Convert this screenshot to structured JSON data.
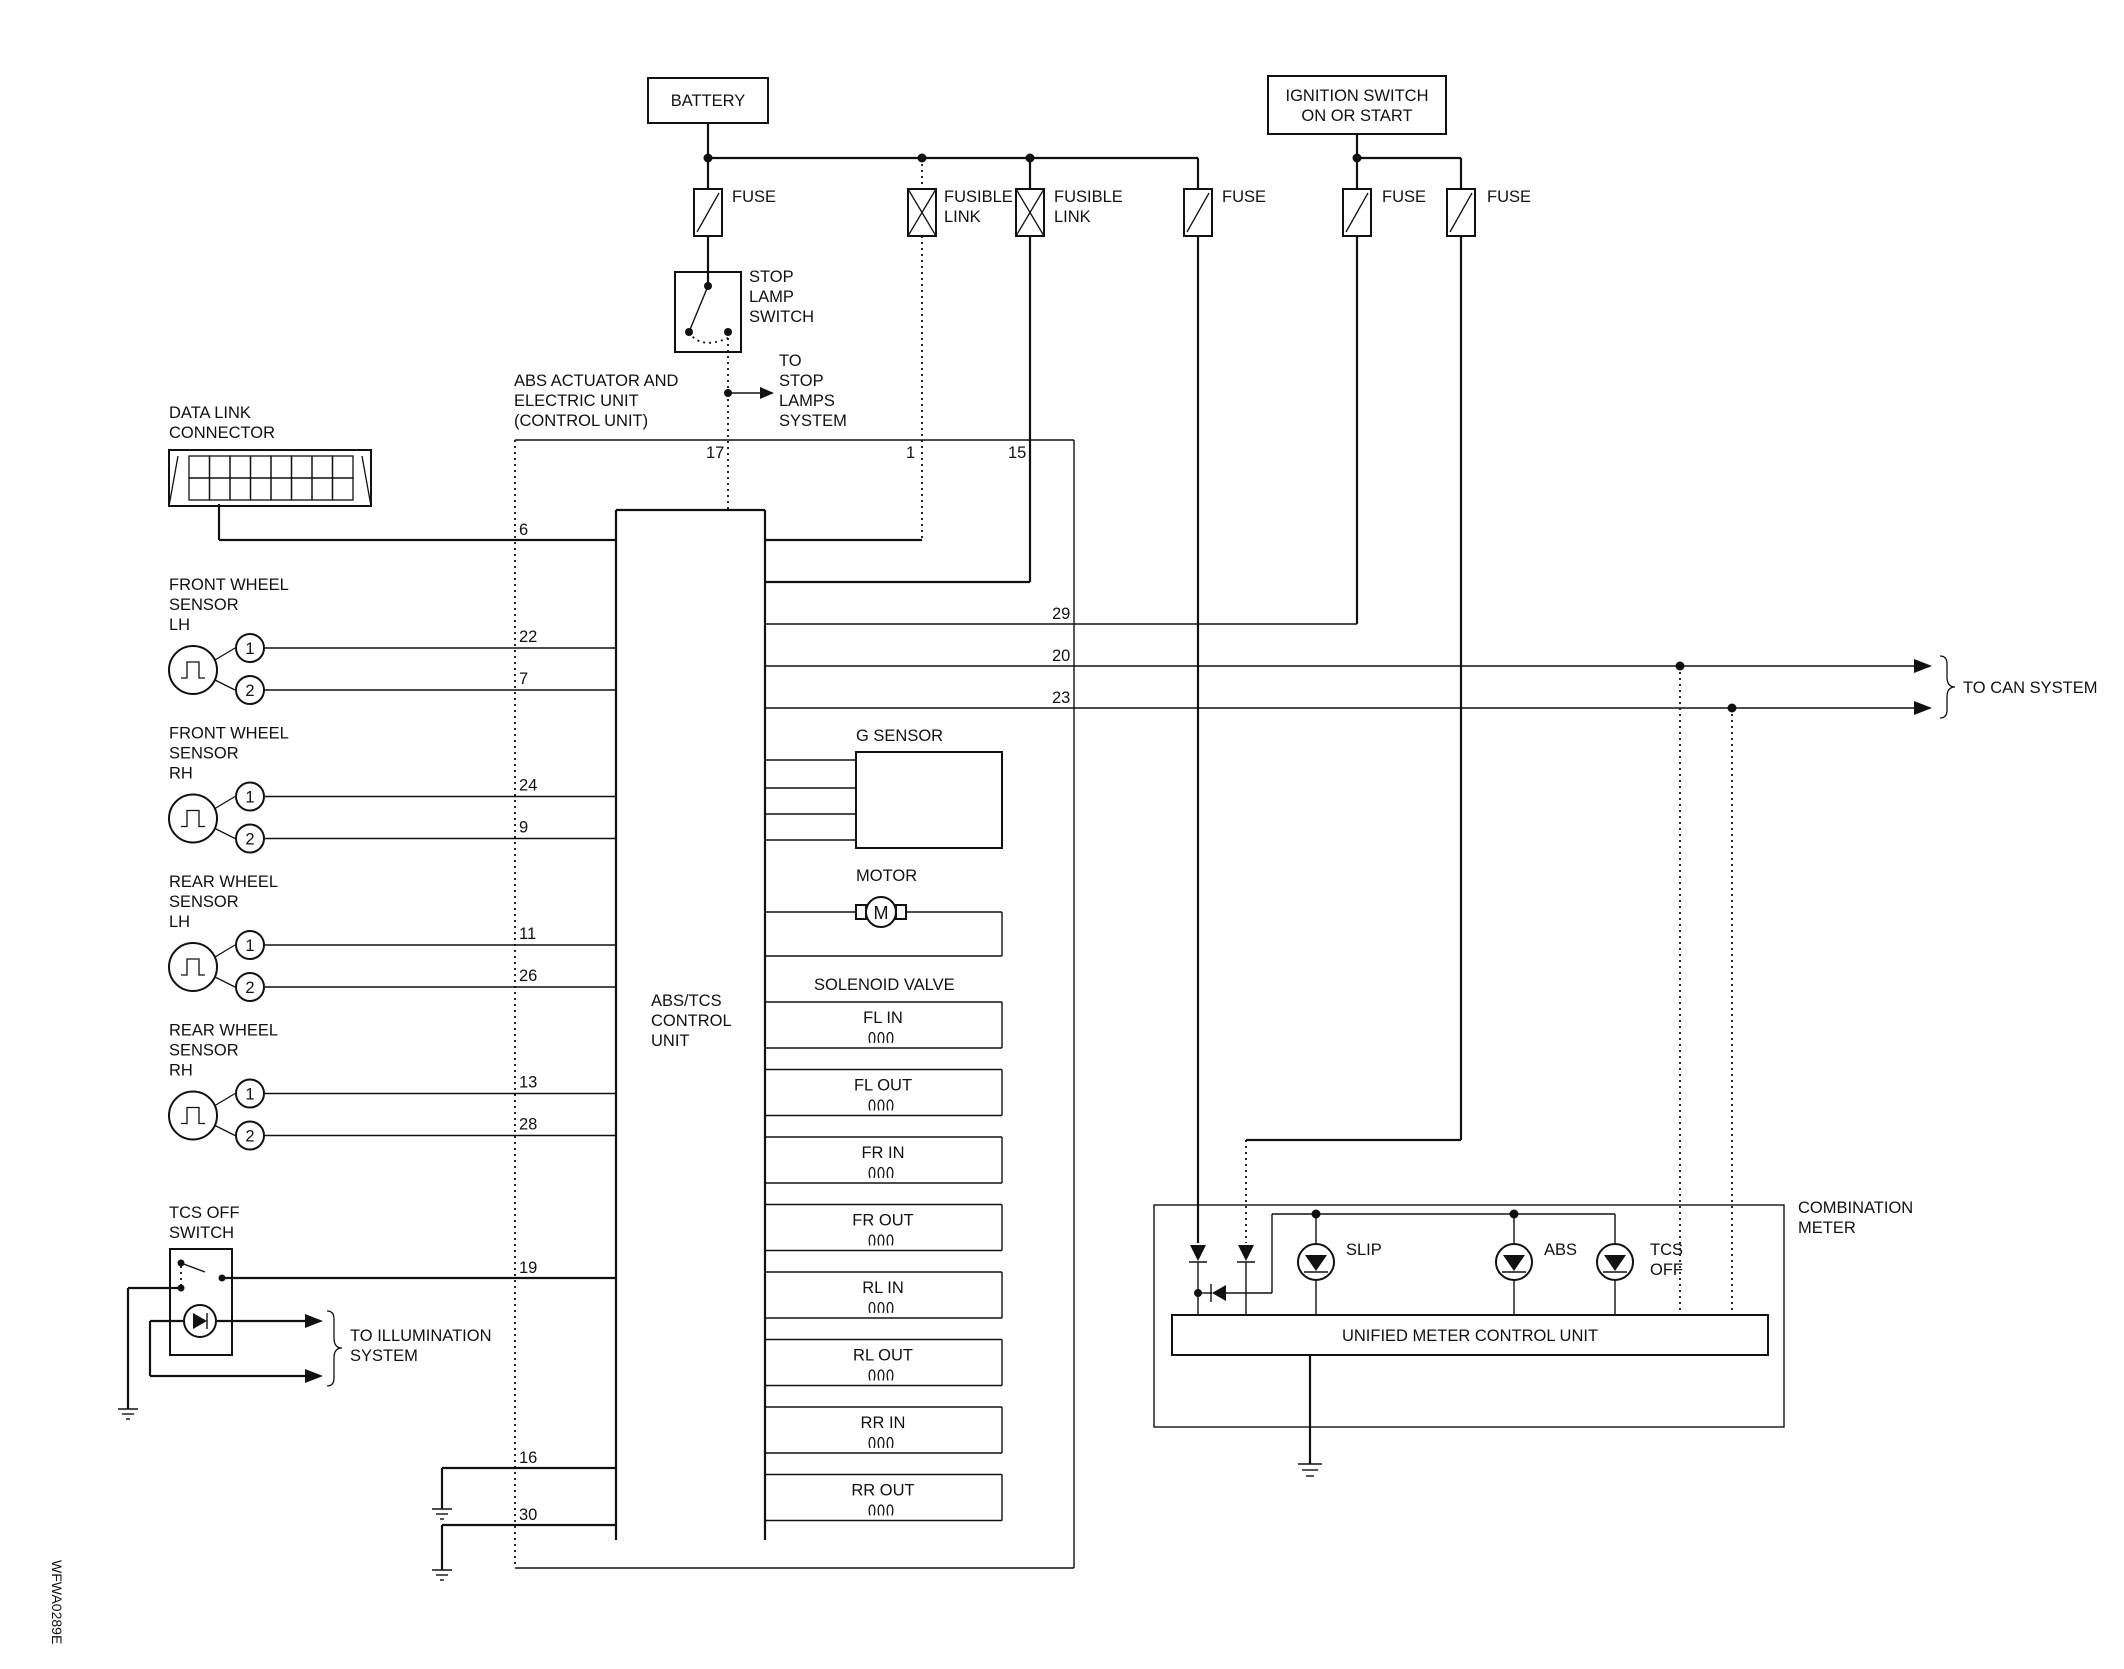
{
  "battery": "BATTERY",
  "ignition": {
    "line1": "IGNITION SWITCH",
    "line2": "ON OR START"
  },
  "fuses": {
    "fuse": "FUSE",
    "fusible1": "FUSIBLE",
    "fusible2": "LINK"
  },
  "stop_lamp_switch": {
    "line1": "STOP",
    "line2": "LAMP",
    "line3": "SWITCH"
  },
  "to_stop_lamps": {
    "line1": "TO",
    "line2": "STOP",
    "line3": "LAMPS",
    "line4": "SYSTEM"
  },
  "abs_actuator": {
    "line1": "ABS ACTUATOR AND",
    "line2": "ELECTRIC UNIT",
    "line3": "(CONTROL UNIT)"
  },
  "data_link": {
    "line1": "DATA LINK",
    "line2": "CONNECTOR"
  },
  "sensors": [
    {
      "line1": "FRONT WHEEL",
      "line2": "SENSOR",
      "line3": "LH"
    },
    {
      "line1": "FRONT WHEEL",
      "line2": "SENSOR",
      "line3": "RH"
    },
    {
      "line1": "REAR WHEEL",
      "line2": "SENSOR",
      "line3": "LH"
    },
    {
      "line1": "REAR WHEEL",
      "line2": "SENSOR",
      "line3": "RH"
    }
  ],
  "pin_labels": {
    "one": "1",
    "two": "2"
  },
  "terminals": {
    "t17": "17",
    "t1": "1",
    "t15": "15",
    "t6": "6",
    "t29": "29",
    "t20": "20",
    "t23": "23",
    "t22": "22",
    "t7": "7",
    "t24": "24",
    "t9": "9",
    "t11": "11",
    "t26": "26",
    "t13": "13",
    "t28": "28",
    "t19": "19",
    "t16": "16",
    "t30": "30"
  },
  "control_unit": {
    "line1": "ABS/TCS",
    "line2": "CONTROL",
    "line3": "UNIT"
  },
  "g_sensor": "G SENSOR",
  "motor": "MOTOR",
  "motor_symbol": "M",
  "solenoid_title": "SOLENOID VALVE",
  "solenoids": [
    "FL IN",
    "FL OUT",
    "FR IN",
    "FR OUT",
    "RL IN",
    "RL OUT",
    "RR IN",
    "RR OUT"
  ],
  "to_can": "TO CAN SYSTEM",
  "tcs_switch": {
    "line1": "TCS OFF",
    "line2": "SWITCH"
  },
  "to_illum": {
    "line1": "TO ILLUMINATION",
    "line2": "SYSTEM"
  },
  "combination_meter": {
    "line1": "COMBINATION",
    "line2": "METER"
  },
  "lamps": {
    "slip": "SLIP",
    "abs": "ABS",
    "tcs1": "TCS",
    "tcs2": "OFF"
  },
  "unified_meter": "UNIFIED METER CONTROL UNIT",
  "figure_id": "WFWA0289E"
}
